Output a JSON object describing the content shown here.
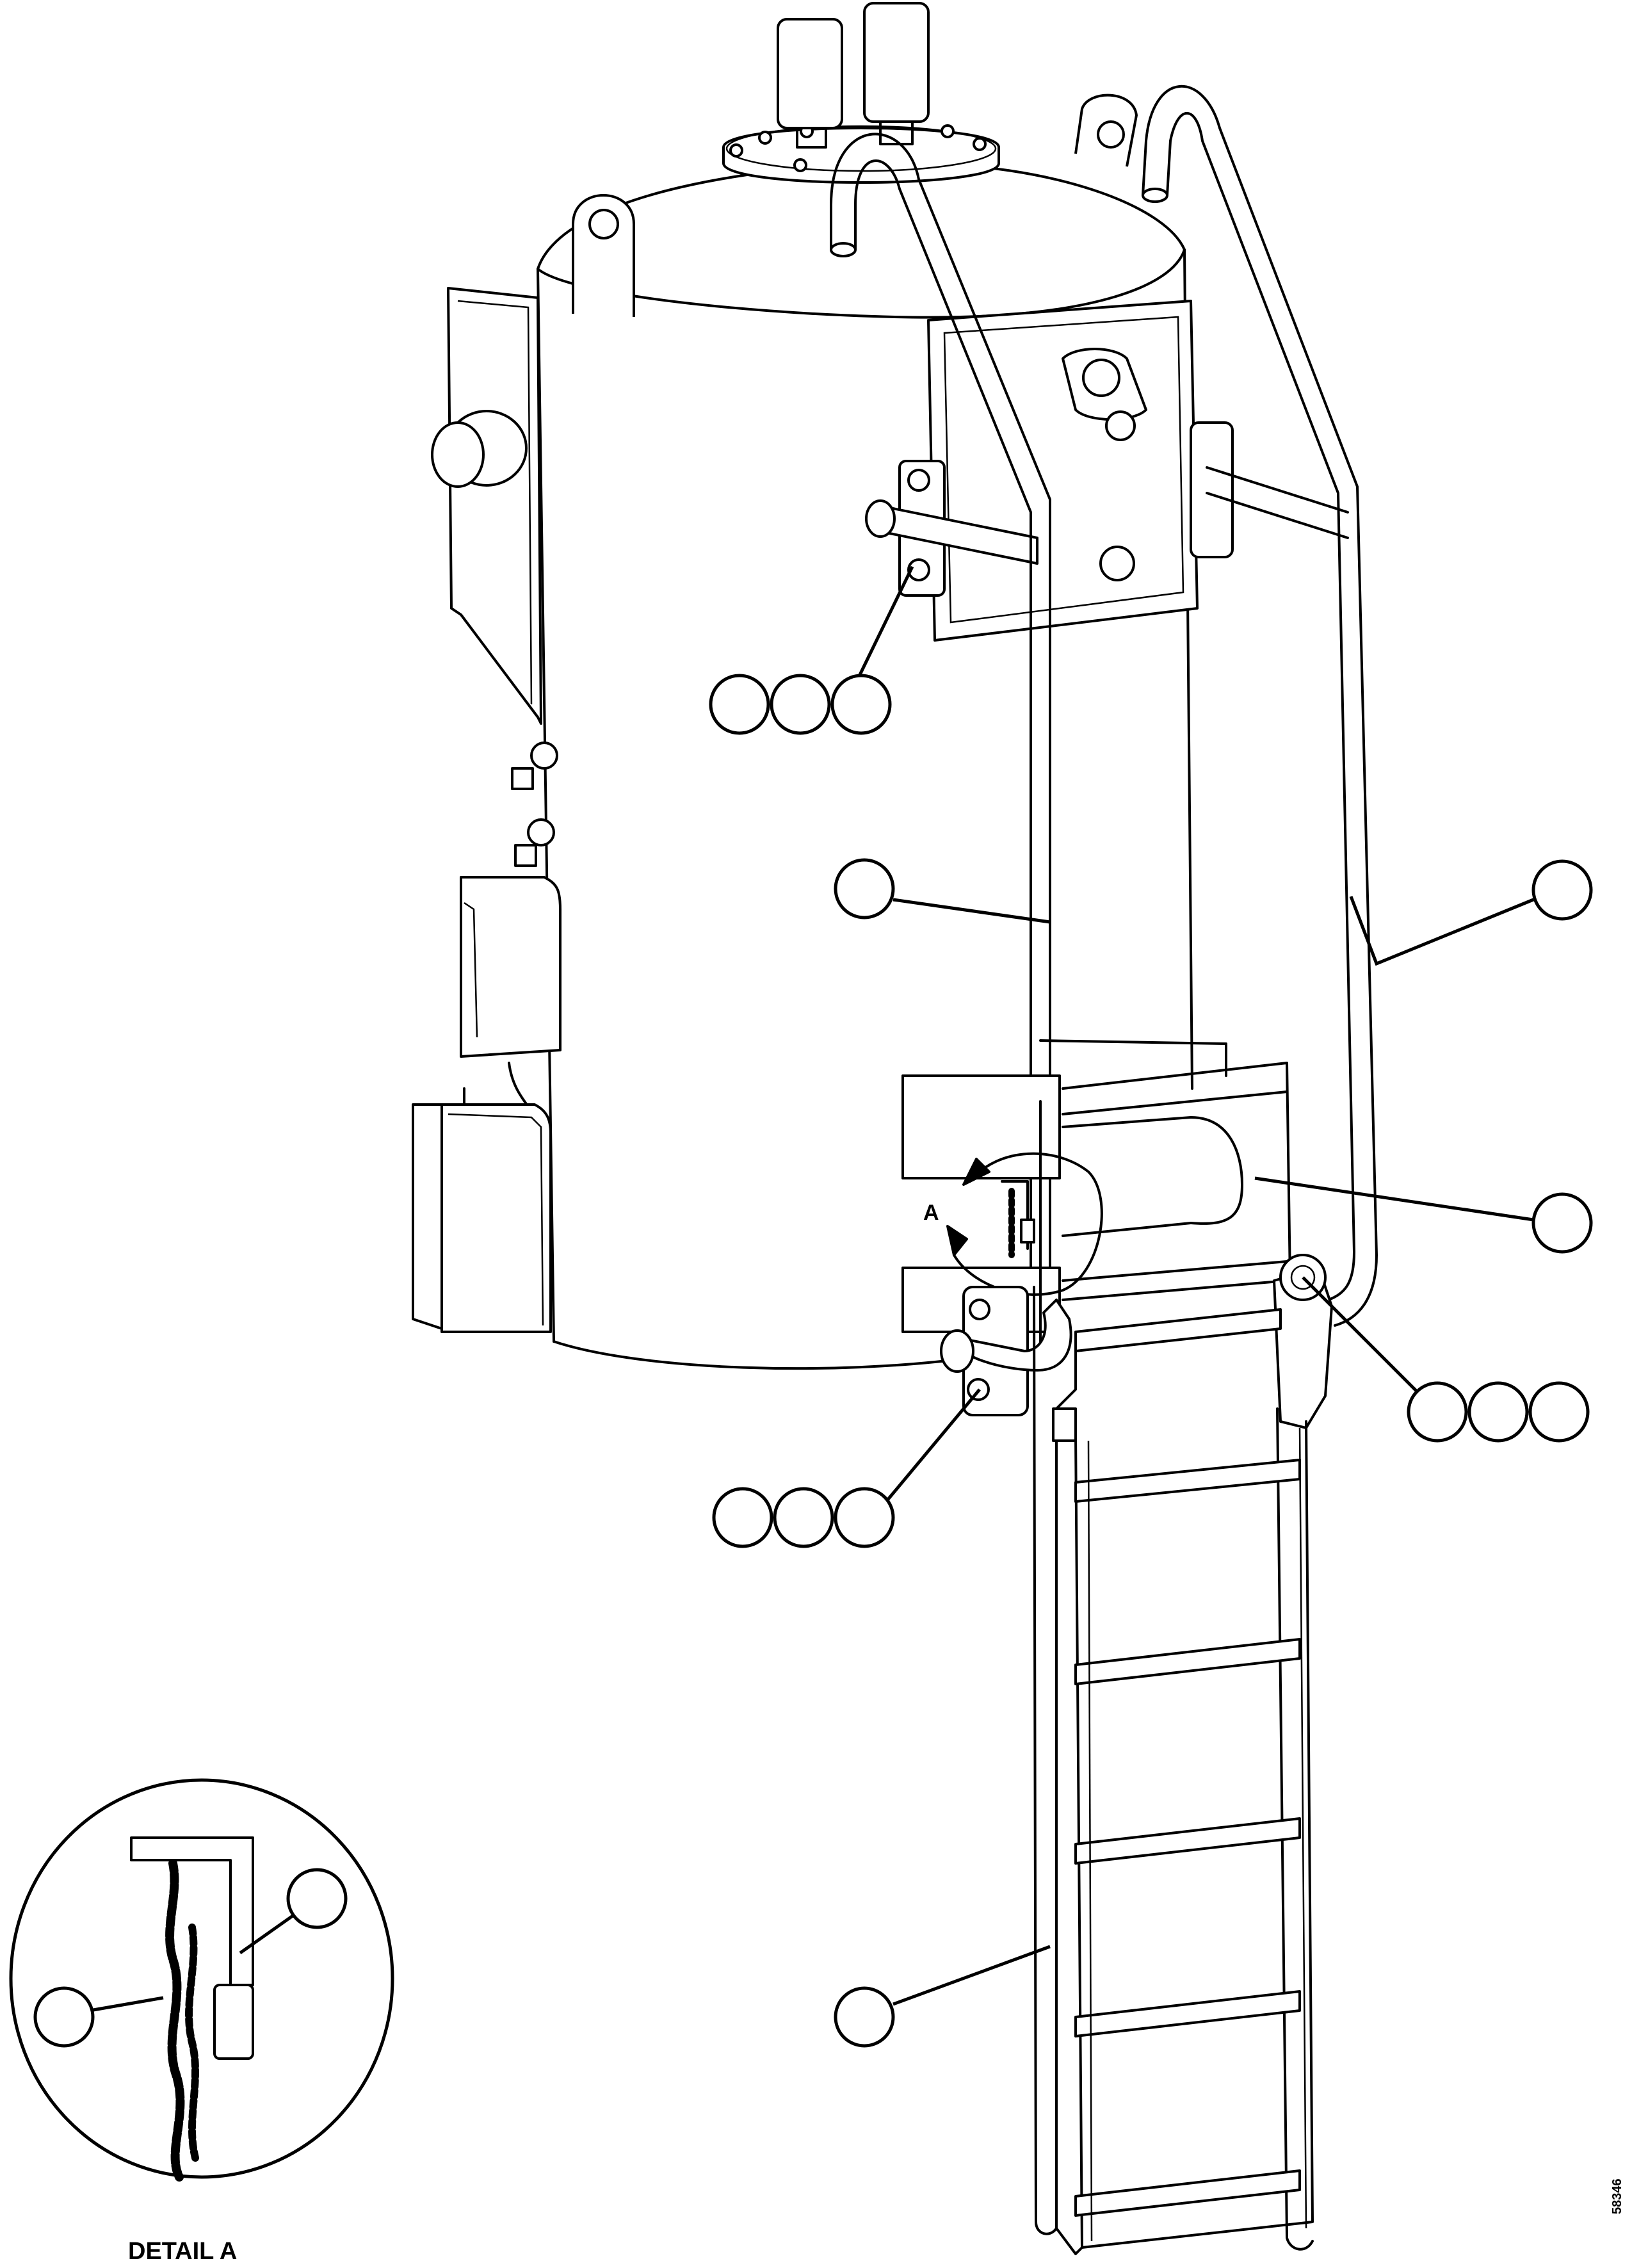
{
  "detail_marker": "A",
  "detail_caption": "DETAIL A",
  "figure_code": "58346"
}
